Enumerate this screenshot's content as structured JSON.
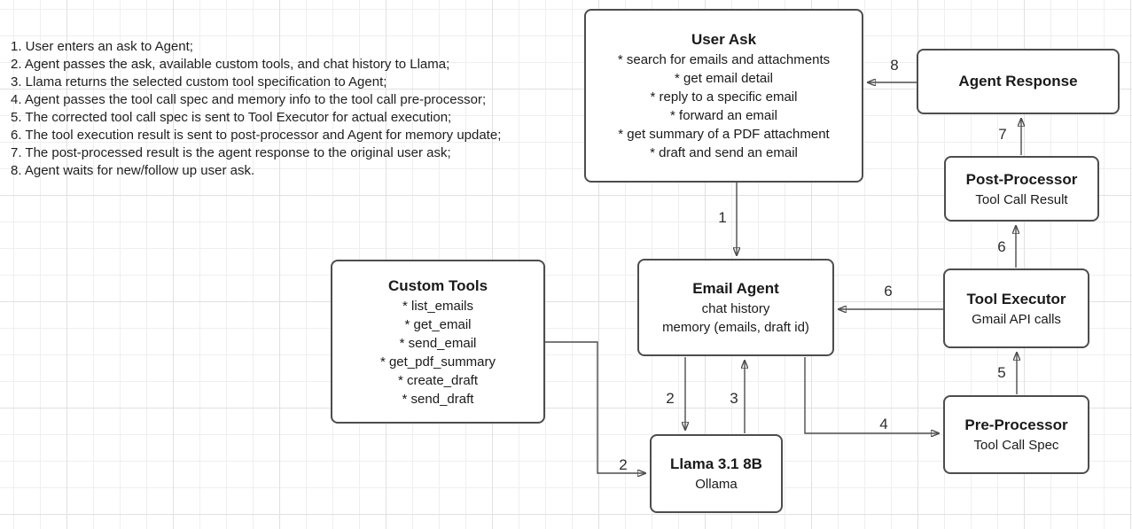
{
  "notes": {
    "lines": [
      "1. User enters an ask to Agent;",
      "2. Agent passes the ask, available custom tools, and chat history to Llama;",
      "3. Llama returns the selected custom tool specification to Agent;",
      "4. Agent passes the tool call spec and memory info to the tool call pre-processor;",
      "5. The corrected tool call spec is sent to Tool Executor for actual execution;",
      "6. The tool execution result is sent to post-processor and Agent for memory update;",
      "7. The post-processed result is the agent response to the original user ask;",
      "8. Agent waits for new/follow up user ask."
    ]
  },
  "nodes": {
    "user_ask": {
      "title": "User Ask",
      "items": [
        "* search for emails and attachments",
        "* get email detail",
        "* reply to a specific email",
        "* forward an email",
        "* get summary of a PDF attachment",
        "* draft and send an email"
      ]
    },
    "agent_response": {
      "title": "Agent Response"
    },
    "post_processor": {
      "title": "Post-Processor",
      "subtitle": "Tool Call Result"
    },
    "tool_executor": {
      "title": "Tool Executor",
      "subtitle": "Gmail API calls"
    },
    "pre_processor": {
      "title": "Pre-Processor",
      "subtitle": "Tool Call Spec"
    },
    "email_agent": {
      "title": "Email Agent",
      "lines": [
        "chat history",
        "memory (emails, draft id)"
      ]
    },
    "custom_tools": {
      "title": "Custom Tools",
      "items": [
        "* list_emails",
        "* get_email",
        "* send_email",
        "* get_pdf_summary",
        "* create_draft",
        "* send_draft"
      ]
    },
    "llama": {
      "title": "Llama 3.1 8B",
      "subtitle": "Ollama"
    }
  },
  "edges": {
    "step1_userask_to_agent": "1",
    "step2_agent_to_llama": "2",
    "step2_tools_to_llama": "2",
    "step3_llama_to_agent": "3",
    "step4_agent_to_preprocessor": "4",
    "step5_preprocessor_to_executor": "5",
    "step6_executor_to_agent": "6",
    "step6_executor_to_postprocessor": "6",
    "step7_postprocessor_to_response": "7",
    "step8_response_to_userask": "8"
  },
  "colors": {
    "node_border": "#4d4d4d",
    "arrow": "#4d4d4d",
    "text": "#1a1a1a",
    "grid_minor": "#efefef",
    "grid_major": "#e1e1e1",
    "background": "#ffffff"
  }
}
